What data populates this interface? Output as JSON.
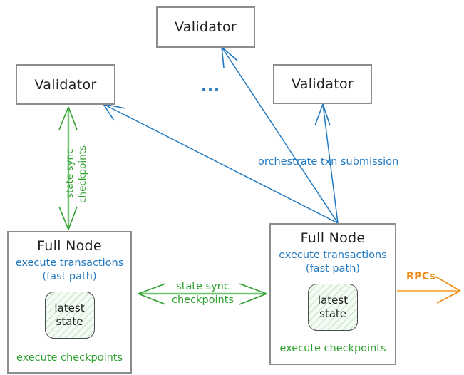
{
  "diagram": {
    "title_text_not_shown": "",
    "colors": {
      "box_border": "#8c8c8c",
      "node_text": "#1f1f1f",
      "blue": "#1f78c1",
      "green": "#2ea02e",
      "orange": "#f08c1a",
      "pill_border": "#4a4a4a",
      "pill_fill": "#f4fbf4"
    },
    "validators": [
      {
        "label": "Validator"
      },
      {
        "label": "Validator"
      },
      {
        "label": "Validator"
      }
    ],
    "ellipsis": "...",
    "full_nodes": [
      {
        "title": "Full Node",
        "blue_line_1": "execute transactions",
        "blue_line_2": "(fast path)",
        "state_line_1": "latest",
        "state_line_2": "state",
        "green_line": "execute checkpoints"
      },
      {
        "title": "Full Node",
        "blue_line_1": "execute transactions",
        "blue_line_2": "(fast path)",
        "state_line_1": "latest",
        "state_line_2": "state",
        "green_line": "execute checkpoints"
      }
    ],
    "edges": {
      "orchestrate_label": "orchestrate txn submission",
      "rpcs_label": "RPCs",
      "vertical_sync_line_1": "state sync",
      "vertical_sync_line_2": "checkpoints",
      "middle_sync_line_1": "state sync",
      "middle_sync_line_2": "checkpoints"
    }
  }
}
